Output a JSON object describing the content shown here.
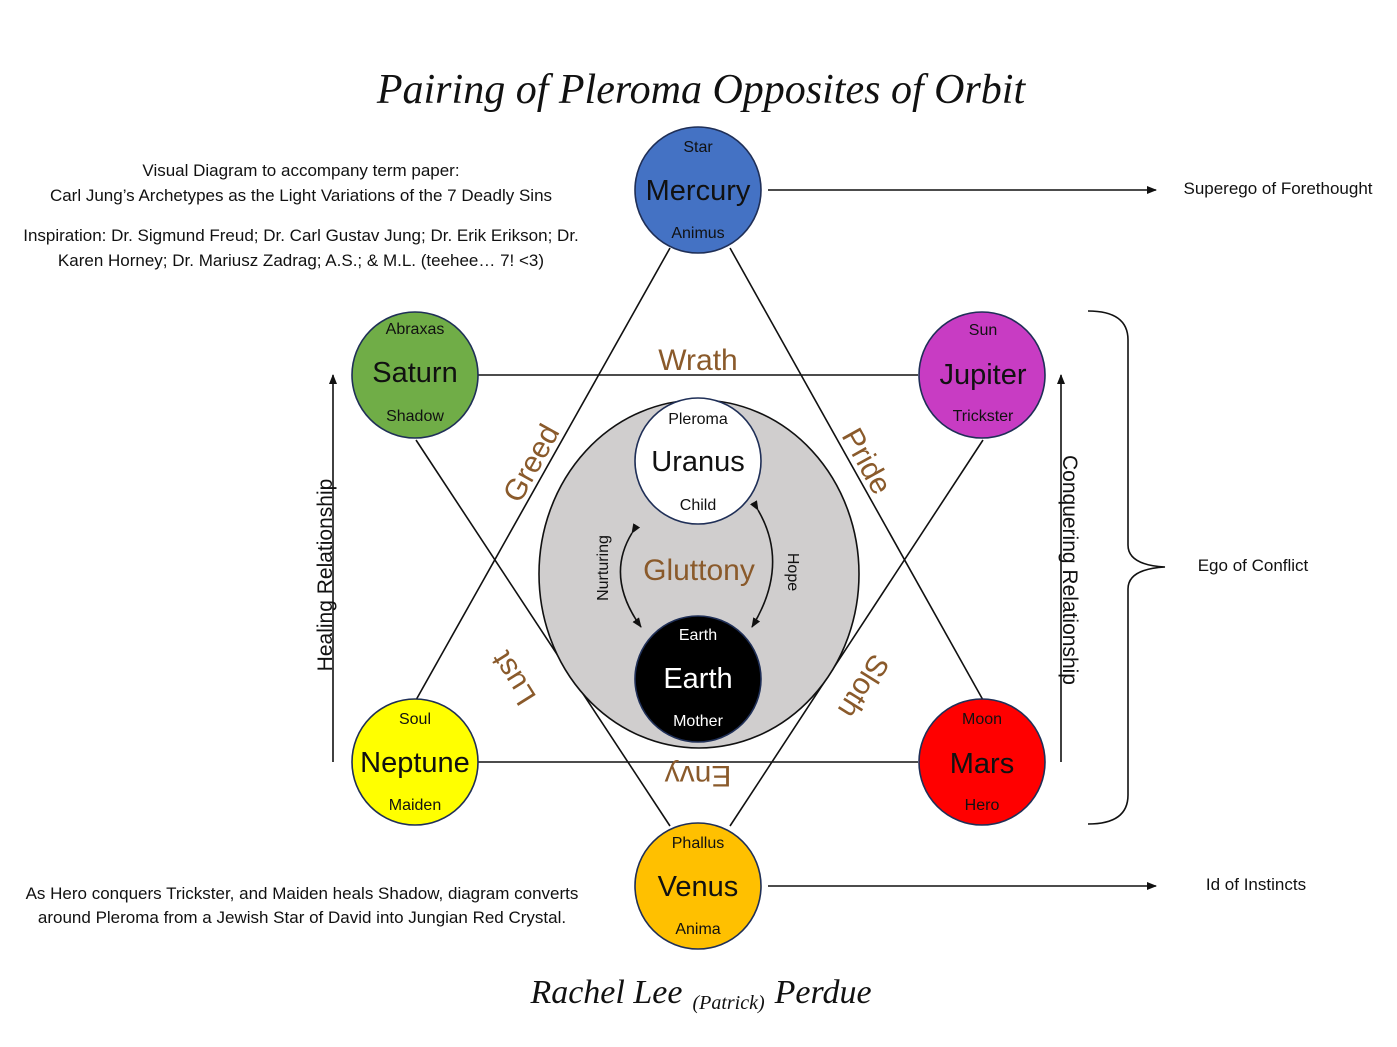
{
  "title": "Pairing of Pleroma Opposites of Orbit",
  "intro": {
    "line1": "Visual Diagram to accompany term paper:",
    "line2": "Carl Jung’s Archetypes as the Light Variations of the 7 Deadly Sins",
    "inspiration1": "Inspiration: Dr. Sigmund Freud; Dr. Carl Gustav Jung; Dr. Erik Erikson; Dr.",
    "inspiration2": "Karen Horney; Dr. Mariusz Zadrag; A.S.; & M.L. (teehee… 7! <3)"
  },
  "footnote": {
    "line1": "As Hero conquers Trickster, and Maiden heals Shadow, diagram converts",
    "line2": "around Pleroma from a Jewish Star of David into Jungian Red Crystal."
  },
  "author": {
    "first": "Rachel Lee",
    "middle": "(Patrick)",
    "last": "Perdue"
  },
  "planets": {
    "mercury": {
      "name": "Mercury",
      "top": "Star",
      "bottom": "Animus",
      "color": "#4472c4"
    },
    "saturn": {
      "name": "Saturn",
      "top": "Abraxas",
      "bottom": "Shadow",
      "color": "#70ad47"
    },
    "jupiter": {
      "name": "Jupiter",
      "top": "Sun",
      "bottom": "Trickster",
      "color": "#c83cc3"
    },
    "neptune": {
      "name": "Neptune",
      "top": "Soul",
      "bottom": "Maiden",
      "color": "#ffff00"
    },
    "mars": {
      "name": "Mars",
      "top": "Moon",
      "bottom": "Hero",
      "color": "#ff0000"
    },
    "venus": {
      "name": "Venus",
      "top": "Phallus",
      "bottom": "Anima",
      "color": "#ffc000"
    },
    "uranus": {
      "name": "Uranus",
      "top": "Pleroma",
      "bottom": "Child",
      "color": "#ffffff"
    },
    "earth": {
      "name": "Earth",
      "top": "Earth",
      "bottom": "Mother",
      "color": "#000000"
    }
  },
  "sins": {
    "wrath": "Wrath",
    "greed": "Greed",
    "pride": "Pride",
    "lust": "Lust",
    "sloth": "Sloth",
    "envy": "Envy",
    "gluttony": "Gluttony"
  },
  "inner_arrows": {
    "left": "Nurturing",
    "right": "Hope"
  },
  "relationships": {
    "healing": "Healing Relationship",
    "conquering": "Conquering Relationship"
  },
  "side_labels": {
    "superego": "Superego of Forethought",
    "ego": "Ego of Conflict",
    "id": "Id of Instincts"
  },
  "colors": {
    "sin_text": "#8a5a2b",
    "center_ellipse": "#d0cece"
  }
}
